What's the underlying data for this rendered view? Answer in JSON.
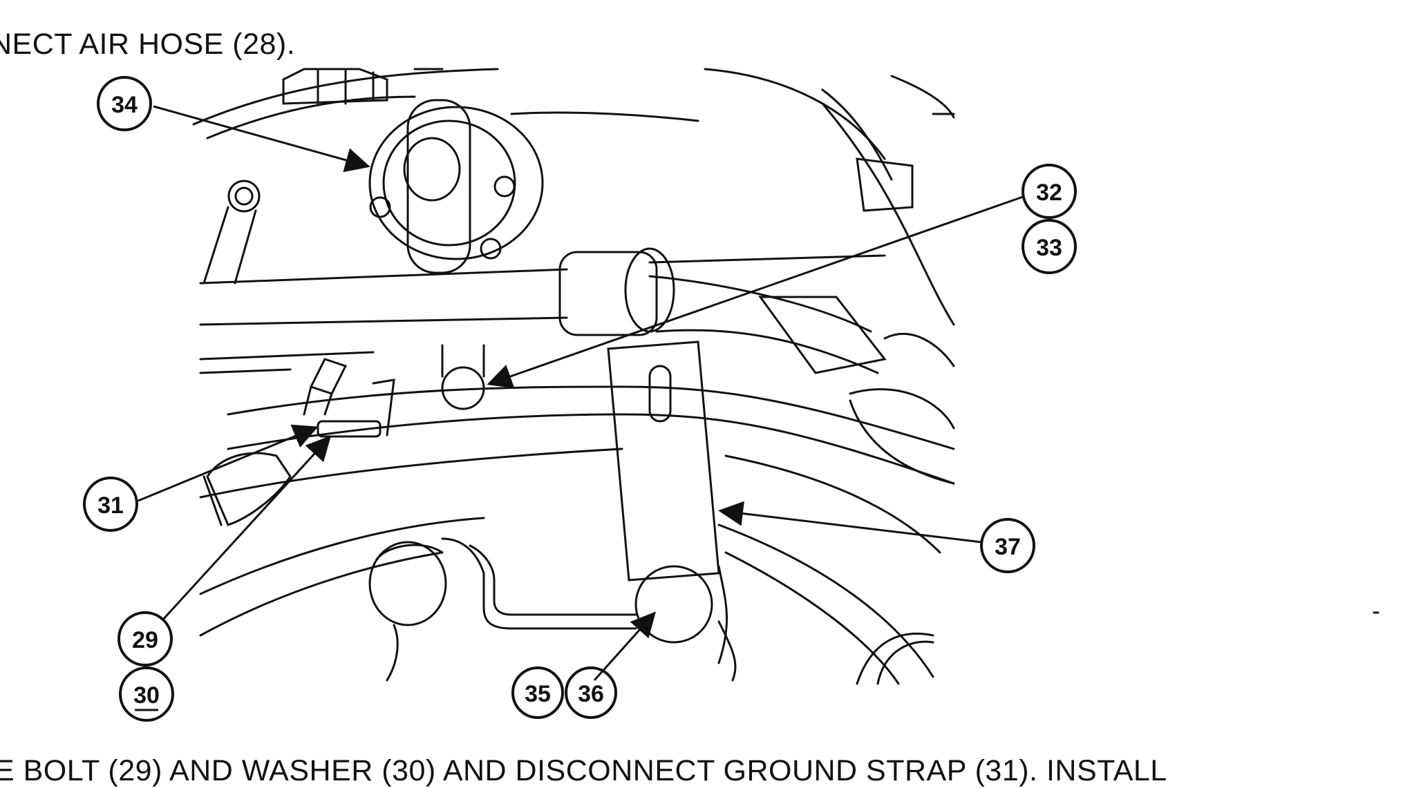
{
  "document": {
    "step_top_text": "NECT   AIR HOSE (28).",
    "step_bottom_text": "E   BOLT (29) AND WASHER (30) AND DISCONNECT GROUND STRAP (31). INSTALL",
    "colors": {
      "ink": "#111111",
      "paper": "#ffffff"
    }
  },
  "figure": {
    "callouts": {
      "c29": "29",
      "c30": "30",
      "c31": "31",
      "c32": "32",
      "c33": "33",
      "c34": "34",
      "c35": "35",
      "c36": "36",
      "c37": "37"
    }
  }
}
